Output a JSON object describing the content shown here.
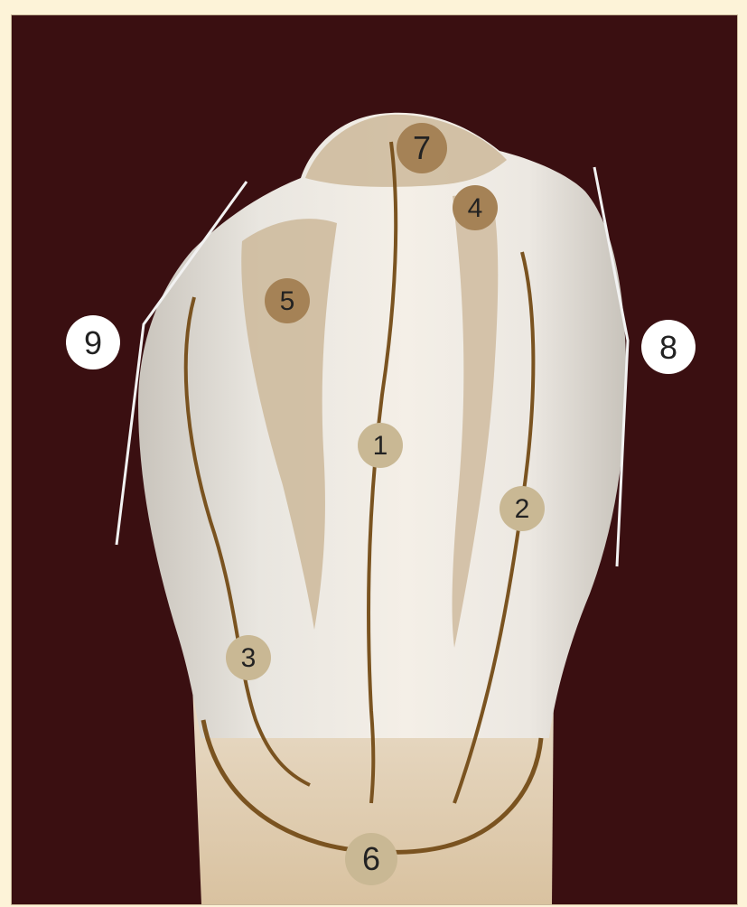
{
  "figure": {
    "labels": {
      "l1": "1",
      "l2": "2",
      "l3": "3",
      "l4": "4",
      "l5": "5",
      "l6": "6",
      "l7": "7",
      "l8": "8",
      "l9": "9"
    },
    "colors": {
      "background": "#3a0f11",
      "page_border": "#fdf3d8",
      "enamel": "#efe9df",
      "mamelon_zone": "#cdb89a",
      "ridge_line": "#7a5320",
      "label_disc_tan": "#c9b894",
      "label_disc_brown": "#a58256",
      "outline_white": "#f2f2f2"
    }
  }
}
